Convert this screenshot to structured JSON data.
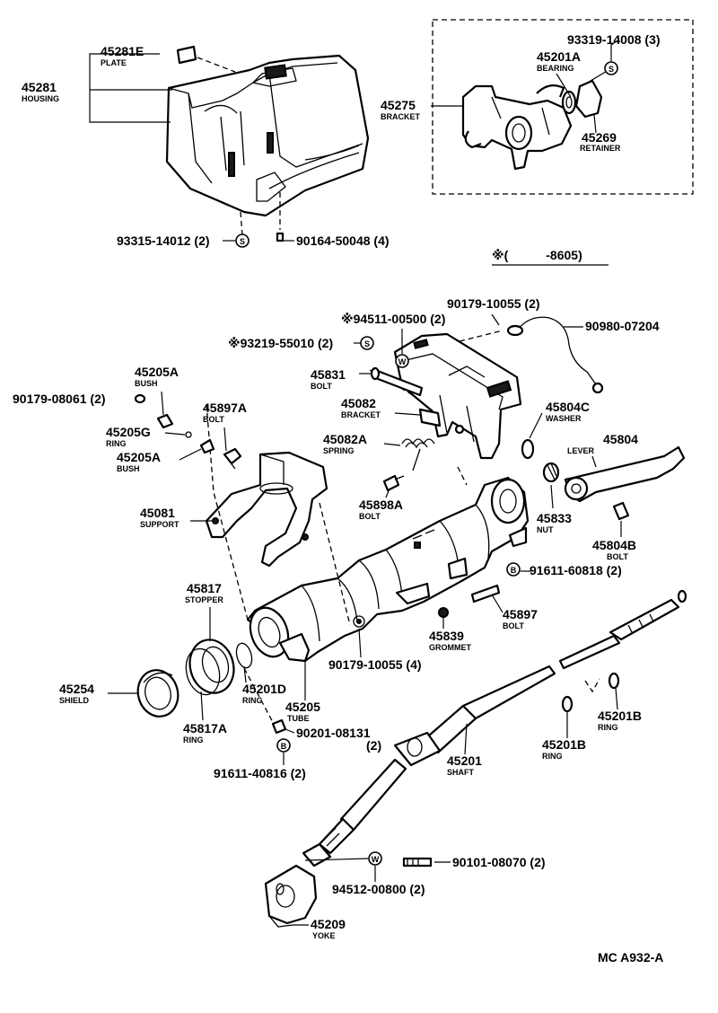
{
  "labels": {
    "p45281E": {
      "num": "45281E",
      "name": "PLATE"
    },
    "p45281": {
      "num": "45281",
      "name": "HOUSING"
    },
    "p93315": {
      "num": "93315-14012 (2)"
    },
    "p90164": {
      "num": "90164-50048 (4)"
    },
    "p93319": {
      "num": "93319-14008 (3)"
    },
    "p45201A": {
      "num": "45201A",
      "name": "BEARING"
    },
    "p45275": {
      "num": "45275",
      "name": "BRACKET"
    },
    "p45269": {
      "num": "45269",
      "name": "RETAINER"
    },
    "inset_note": "※(　　　-8605)",
    "p94511": {
      "num": "※94511-00500 (2)"
    },
    "p90179a": {
      "num": "90179-10055 (2)"
    },
    "p90980": {
      "num": "90980-07204"
    },
    "p93219": {
      "num": "※93219-55010 (2)"
    },
    "p45831": {
      "num": "45831",
      "name": "BOLT"
    },
    "p45205A_1": {
      "num": "45205A",
      "name": "BUSH"
    },
    "p90179b": {
      "num": "90179-08061 (2)"
    },
    "p45897A": {
      "num": "45897A",
      "name": "BOLT"
    },
    "p45082": {
      "num": "45082",
      "name": "BRACKET"
    },
    "p45804C": {
      "num": "45804C",
      "name": "WASHER"
    },
    "p45205G": {
      "num": "45205G",
      "name": "RING"
    },
    "p45205A_2": {
      "num": "45205A",
      "name": "BUSH"
    },
    "p45082A": {
      "num": "45082A",
      "name": "SPRING"
    },
    "p45804": {
      "num": "45804",
      "name": "LEVER"
    },
    "p45898A": {
      "num": "45898A",
      "name": "BOLT"
    },
    "p45081": {
      "num": "45081",
      "name": "SUPPORT"
    },
    "p45833": {
      "num": "45833",
      "name": "NUT"
    },
    "p45804B": {
      "num": "45804B",
      "name": "BOLT"
    },
    "p91611a": {
      "num": "91611-60818 (2)"
    },
    "p45817": {
      "num": "45817",
      "name": "STOPPER"
    },
    "p45897": {
      "num": "45897",
      "name": "BOLT"
    },
    "p45839": {
      "num": "45839",
      "name": "GROMMET"
    },
    "p90179c": {
      "num": "90179-10055 (4)"
    },
    "p45254": {
      "num": "45254",
      "name": "SHIELD"
    },
    "p45201D": {
      "num": "45201D",
      "name": "RING"
    },
    "p45205": {
      "num": "45205",
      "name": "TUBE"
    },
    "p45817A": {
      "num": "45817A",
      "name": "RING"
    },
    "p90201": {
      "num": "90201-08131",
      "qty": "(2)"
    },
    "p45201B_1": {
      "num": "45201B",
      "name": "RING"
    },
    "p45201B_2": {
      "num": "45201B",
      "name": "RING"
    },
    "p45201": {
      "num": "45201",
      "name": "SHAFT"
    },
    "p91611b": {
      "num": "91611-40816 (2)"
    },
    "p90101": {
      "num": "90101-08070 (2)"
    },
    "p94512": {
      "num": "94512-00800 (2)"
    },
    "p45209": {
      "num": "45209",
      "name": "YOKE"
    },
    "footer": "MC  A932-A"
  },
  "symbols": {
    "s": "S",
    "w": "W",
    "b": "B"
  }
}
